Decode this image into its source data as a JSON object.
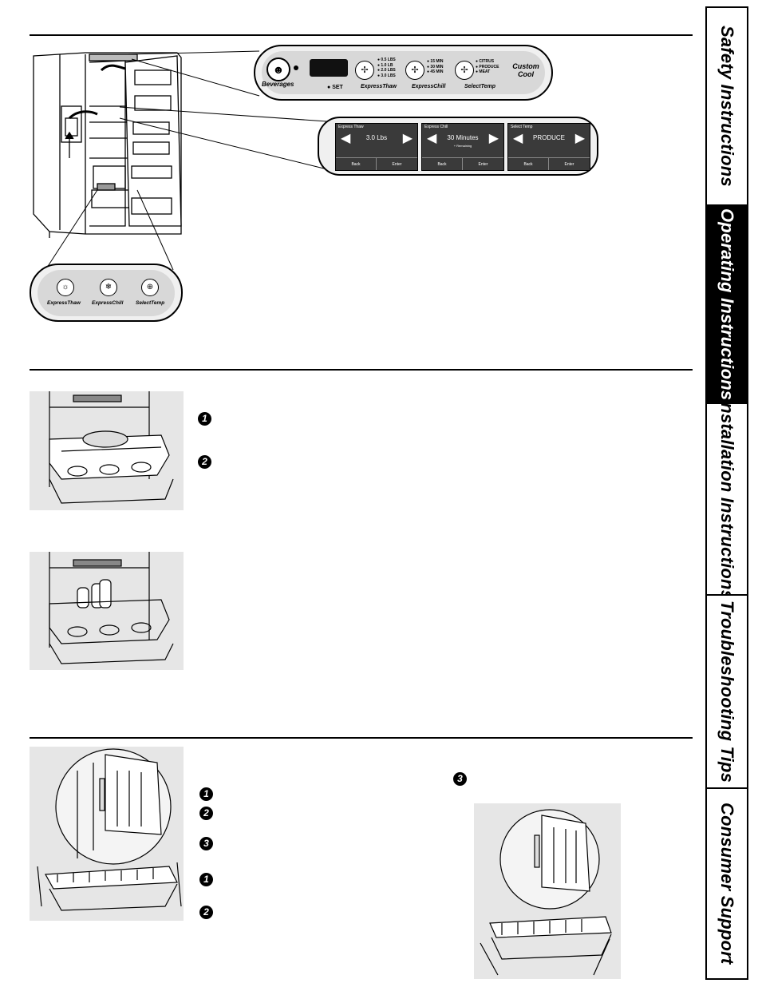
{
  "tabs": [
    {
      "label": "Safety Instructions",
      "active": false
    },
    {
      "label": "Operating Instructions",
      "active": true
    },
    {
      "label": "Installation Instructions",
      "active": false
    },
    {
      "label": "Troubleshooting Tips",
      "active": false
    },
    {
      "label": "Consumer Support",
      "active": false
    }
  ],
  "upper_panel": {
    "beverages": "Beverages",
    "set": "SET",
    "thaw_options": [
      "0.5 LBS",
      "1.0 LB",
      "2.0 LBS",
      "3.0 LBS"
    ],
    "chill_options": [
      "15 MIN",
      "30 MIN",
      "45 MIN"
    ],
    "temp_options": [
      "CITRUS",
      "PRODUCE",
      "MEAT"
    ],
    "express_thaw": "ExpressThaw",
    "express_chill": "ExpressChill",
    "select_temp": "SelectTemp",
    "custom_cool": "Custom Cool"
  },
  "display_panel": {
    "screens": [
      {
        "title": "Express Thaw",
        "value": "3.0 Lbs",
        "sub": "",
        "back": "Back",
        "enter": "Enter"
      },
      {
        "title": "Express Chill",
        "value": "30 Minutes",
        "sub": "+ Remaining",
        "back": "Back",
        "enter": "Enter"
      },
      {
        "title": "Select Temp",
        "value": "PRODUCE",
        "sub": "",
        "back": "Back",
        "enter": "Enter"
      }
    ]
  },
  "lower_panel": {
    "buttons": [
      "ExpressThaw",
      "ExpressChill",
      "SelectTemp"
    ]
  },
  "steps": {
    "drawer_section": [
      "1",
      "2"
    ],
    "removal_left": [
      "1",
      "2",
      "3",
      "1",
      "2"
    ],
    "removal_right": [
      "3"
    ]
  },
  "colors": {
    "gray_box": "#e6e6e6",
    "panel": "#e8e8e8",
    "lcd": "#4a4a4a"
  }
}
